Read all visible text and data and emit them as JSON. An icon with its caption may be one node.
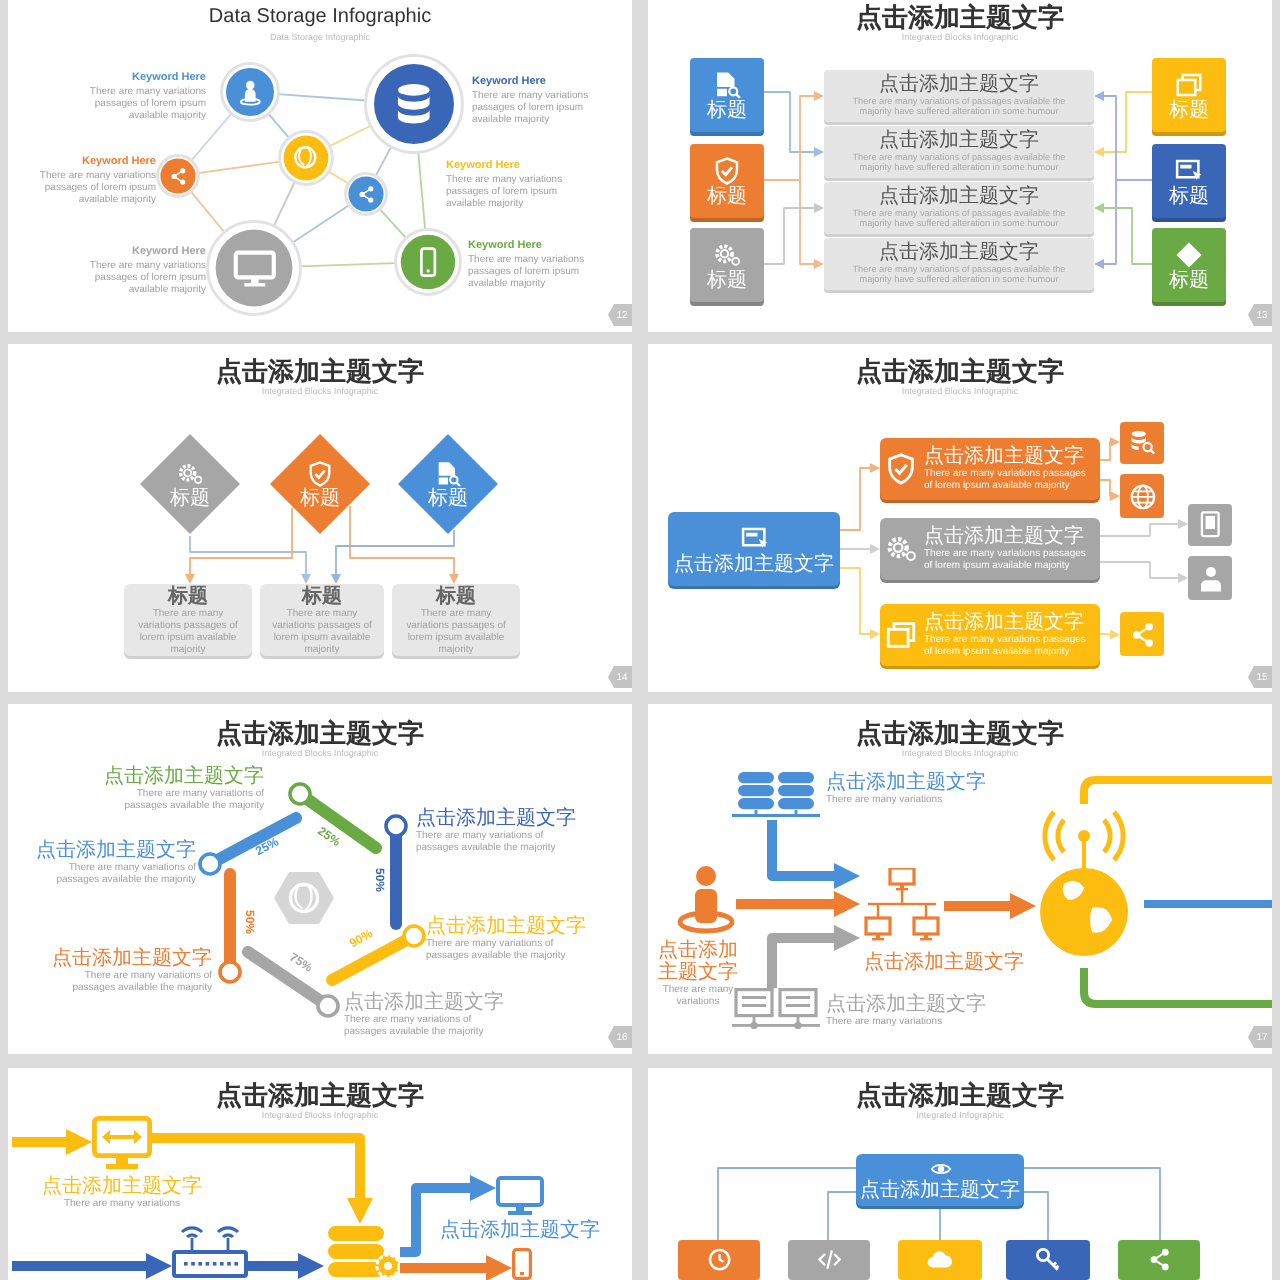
{
  "diagram": {
    "nodes": [
      {
        "text": [
          "Data Storage Infographic",
          "Data Storage Infographic"
        ]
      },
      {
        "text": [],
        "shape": "circle",
        "in": 0,
        "beside": [
          "Keyword Here",
          "There are many variations passages of lorem ipsum available majority"
        ]
      },
      {
        "text": [],
        "shape": "circle",
        "in": 0,
        "beside": [
          "Keyword Here",
          "There are many variations passages of lorem ipsum available majority"
        ]
      },
      {
        "text": [],
        "shape": "circle",
        "in": 0,
        "beside": [
          "Keyword Here",
          "There are many variations passages of lorem ipsum available majority"
        ]
      },
      {
        "text": [],
        "shape": "circle",
        "in": 0
      },
      {
        "text": [],
        "shape": "circle",
        "in": 0,
        "beside": [
          "Keyword Here",
          "There are many variations passages of lorem ipsum available majority"
        ]
      },
      {
        "text": [],
        "shape": "circle",
        "in": 0,
        "beside": [
          "Keyword Here",
          "There are many variations passages of lorem ipsum available majority"
        ]
      },
      {
        "text": [],
        "shape": "circle",
        "in": 0,
        "beside": [
          "Keyword Here",
          "There are many variations passages of lorem ipsum available majority"
        ]
      },
      {
        "text": [
          "12"
        ],
        "in": 0
      },
      {
        "text": [
          "点击添加主题文字",
          "Integrated Blocks Infographic"
        ]
      },
      {
        "text": [
          "标题"
        ],
        "in": 9
      },
      {
        "text": [
          "标题"
        ],
        "in": 9
      },
      {
        "text": [
          "标题"
        ],
        "in": 9
      },
      {
        "text": [
          "点击添加主题文字",
          "There are many variations of passages available the majority have suffered alteration in some humour"
        ],
        "in": 9
      },
      {
        "text": [
          "点击添加主题文字",
          "There are many variations of passages available the majority have suffered alteration in some humour"
        ],
        "in": 9
      },
      {
        "text": [
          "点击添加主题文字",
          "There are many variations of passages available the majority have suffered alteration in some humour"
        ],
        "in": 9
      },
      {
        "text": [
          "点击添加主题文字",
          "There are many variations of passages available the majority have suffered alteration in some humour"
        ],
        "in": 9
      },
      {
        "text": [
          "标题"
        ],
        "in": 9
      },
      {
        "text": [
          "标题"
        ],
        "in": 9
      },
      {
        "text": [
          "标题"
        ],
        "in": 9
      },
      {
        "text": [
          "13"
        ],
        "in": 9
      },
      {
        "text": [
          "点击添加主题文字",
          "Integrated Blocks Infographic"
        ]
      },
      {
        "text": [
          "标题"
        ],
        "in": 21
      },
      {
        "text": [
          "标题"
        ],
        "in": 21
      },
      {
        "text": [
          "标题"
        ],
        "in": 21
      },
      {
        "text": [
          "标题",
          "There are many variations passages of lorem ipsum available majority"
        ],
        "in": 21
      },
      {
        "text": [
          "标题",
          "There are many variations passages of lorem ipsum available majority"
        ],
        "in": 21
      },
      {
        "text": [
          "标题",
          "There are many variations passages of lorem ipsum available majority"
        ],
        "in": 21
      },
      {
        "text": [
          "14"
        ],
        "in": 21
      },
      {
        "text": [
          "点击添加主题文字",
          "Integrated Blocks Infographic"
        ]
      },
      {
        "text": [
          "点击添加主题文字"
        ],
        "in": 29
      },
      {
        "text": [
          "点击添加主题文字",
          "There are many variations passages of lorem ipsum available majority"
        ],
        "in": 29
      },
      {
        "text": [
          "点击添加主题文字",
          "There are many variations passages of lorem ipsum available majority"
        ],
        "in": 29
      },
      {
        "text": [
          "点击添加主题文字",
          "There are many variations passages of lorem ipsum available majority"
        ],
        "in": 29
      },
      {
        "text": [],
        "shape": "box",
        "in": 29
      },
      {
        "text": [],
        "shape": "box",
        "in": 29
      },
      {
        "text": [],
        "shape": "box",
        "in": 29
      },
      {
        "text": [],
        "shape": "box",
        "in": 29
      },
      {
        "text": [],
        "shape": "box",
        "in": 29
      },
      {
        "text": [
          "15"
        ],
        "in": 29
      },
      {
        "text": [
          "点击添加主题文字",
          "Integrated Blocks Infographic"
        ]
      },
      {
        "text": [
          "16"
        ],
        "in": 40
      },
      {
        "text": [
          "点击添加主题文字",
          "Integrated Blocks Infographic"
        ]
      },
      {
        "text": [],
        "shape": "database",
        "in": 42,
        "beside": [
          "点击添加主题文字",
          "There are many variations"
        ]
      },
      {
        "text": [],
        "shape": "person",
        "in": 42,
        "beside": [
          "点击添加主题文字",
          "There are many variations"
        ]
      },
      {
        "text": [],
        "shape": "network",
        "in": 42,
        "beside": [
          "点击添加主题文字"
        ]
      },
      {
        "text": [],
        "shape": "server",
        "in": 42,
        "beside": [
          "点击添加主题文字",
          "There are many variations"
        ]
      },
      {
        "text": [],
        "shape": "globe",
        "in": 42
      },
      {
        "text": [
          "17"
        ],
        "in": 42
      },
      {
        "text": [
          "点击添加主题文字",
          "Integrated Blocks Infographic"
        ]
      },
      {
        "text": [],
        "shape": "monitor",
        "in": 49,
        "beside": [
          "点击添加主题文字",
          "There are many variations"
        ]
      },
      {
        "text": [],
        "shape": "router",
        "in": 49
      },
      {
        "text": [],
        "shape": "database",
        "in": 49
      },
      {
        "text": [],
        "shape": "monitor",
        "in": 49,
        "beside": [
          "点击添加主题文字"
        ]
      },
      {
        "text": [],
        "shape": "phone",
        "in": 49
      },
      {
        "text": [
          "点击添加主题文字",
          "Integrated Infographic"
        ]
      },
      {
        "text": [
          "点击添加主题文字"
        ],
        "in": 55
      },
      {
        "text": [],
        "shape": "box",
        "in": 55
      },
      {
        "text": [],
        "shape": "box",
        "in": 55
      },
      {
        "text": [],
        "shape": "box",
        "in": 55
      },
      {
        "text": [],
        "shape": "box",
        "in": 55
      },
      {
        "text": [],
        "shape": "box",
        "in": 55
      }
    ],
    "edges": [
      {
        "from": 1,
        "to": 2,
        "arrow": "none",
        "color": "#a9c4e4"
      },
      {
        "from": 1,
        "to": 3,
        "arrow": "none",
        "color": "#c9d7e8"
      },
      {
        "from": 1,
        "to": 4,
        "arrow": "none",
        "color": "#a9c4e4"
      },
      {
        "from": 3,
        "to": 4,
        "arrow": "none",
        "color": "#f2c49a"
      },
      {
        "from": 3,
        "to": 6,
        "arrow": "none",
        "color": "#f2c49a"
      },
      {
        "from": 4,
        "to": 2,
        "arrow": "none",
        "color": "#f7d98a"
      },
      {
        "from": 4,
        "to": 6,
        "arrow": "none",
        "color": "#c8c8c8"
      },
      {
        "from": 4,
        "to": 5,
        "arrow": "none",
        "color": "#f7d98a"
      },
      {
        "from": 2,
        "to": 5,
        "arrow": "none",
        "color": "#a9c4e4"
      },
      {
        "from": 2,
        "to": 7,
        "arrow": "none",
        "color": "#b5d4a0"
      },
      {
        "from": 5,
        "to": 6,
        "arrow": "none",
        "color": "#a9c4e4"
      },
      {
        "from": 5,
        "to": 7,
        "arrow": "none",
        "color": "#b5d4a0"
      },
      {
        "from": 6,
        "to": 7,
        "arrow": "none",
        "color": "#c9d2a0"
      },
      {
        "from": 10,
        "to": 14,
        "arrow": "to",
        "color": "#9dbde3"
      },
      {
        "from": 11,
        "to": 13,
        "arrow": "to",
        "color": "#f4b98a"
      },
      {
        "from": 11,
        "to": 16,
        "arrow": "to",
        "color": "#f4b98a"
      },
      {
        "from": 12,
        "to": 15,
        "arrow": "to",
        "color": "#c8c8c8"
      },
      {
        "from": 17,
        "to": 14,
        "arrow": "to",
        "color": "#f8d56e"
      },
      {
        "from": 18,
        "to": 13,
        "arrow": "to",
        "color": "#9db1dc"
      },
      {
        "from": 18,
        "to": 16,
        "arrow": "to",
        "color": "#9db1dc"
      },
      {
        "from": 19,
        "to": 15,
        "arrow": "to",
        "color": "#a9d08e"
      },
      {
        "from": 22,
        "to": 26,
        "arrow": "to",
        "color": "#a9c0de"
      },
      {
        "from": 23,
        "to": 25,
        "arrow": "to",
        "color": "#f0b27e"
      },
      {
        "from": 23,
        "to": 27,
        "arrow": "to",
        "color": "#f0b27e"
      },
      {
        "from": 24,
        "to": 26,
        "arrow": "to",
        "color": "#9ab5d8"
      },
      {
        "from": 30,
        "to": 31,
        "arrow": "to",
        "color": "#f2b27f"
      },
      {
        "from": 30,
        "to": 32,
        "arrow": "to",
        "color": "#cfcfcf"
      },
      {
        "from": 30,
        "to": 33,
        "arrow": "to",
        "color": "#f8d56e"
      },
      {
        "from": 31,
        "to": 34,
        "arrow": "to",
        "color": "#f2b27f"
      },
      {
        "from": 31,
        "to": 35,
        "arrow": "to",
        "color": "#f2b27f"
      },
      {
        "from": 32,
        "to": 36,
        "arrow": "to",
        "color": "#cfcfcf"
      },
      {
        "from": 32,
        "to": 37,
        "arrow": "to",
        "color": "#cfcfcf"
      },
      {
        "from": 33,
        "to": 38,
        "arrow": "to",
        "color": "#f8d56e"
      },
      {
        "from": 43,
        "to": 45,
        "arrow": "to",
        "style": "thick",
        "color": "#4a90d9"
      },
      {
        "from": 44,
        "to": 45,
        "arrow": "to",
        "style": "thick",
        "color": "#ed7d31"
      },
      {
        "from": 46,
        "to": 45,
        "arrow": "to",
        "style": "thick",
        "color": "#a6a6a6"
      },
      {
        "from": 45,
        "to": 47,
        "arrow": "to",
        "style": "thick",
        "color": "#ed7d31"
      },
      {
        "from": null,
        "to": 50,
        "arrow": "to",
        "style": "thick",
        "color": "#fdbd10"
      },
      {
        "from": 50,
        "to": 52,
        "arrow": "to",
        "style": "thick",
        "color": "#fdbd10"
      },
      {
        "from": null,
        "to": 51,
        "arrow": "to",
        "style": "thick",
        "color": "#3a66b8"
      },
      {
        "from": 51,
        "to": 52,
        "arrow": "to",
        "style": "thick",
        "color": "#3a66b8"
      },
      {
        "from": 52,
        "to": 53,
        "arrow": "to",
        "style": "thick",
        "color": "#4a90d9"
      },
      {
        "from": 52,
        "to": 54,
        "arrow": "to",
        "style": "thick",
        "color": "#ed7d31"
      },
      {
        "from": 56,
        "to": 57,
        "arrow": "none",
        "color": "#8fb0d6"
      },
      {
        "from": 56,
        "to": 58,
        "arrow": "none",
        "color": "#8fb0d6"
      },
      {
        "from": 56,
        "to": 59,
        "arrow": "none",
        "color": "#8fb0d6"
      },
      {
        "from": 56,
        "to": 60,
        "arrow": "none",
        "color": "#8fb0d6"
      },
      {
        "from": 56,
        "to": 61,
        "arrow": "none",
        "color": "#8fb0d6"
      }
    ],
    "labels": [
      "点击添加主题文字",
      "There are many variations of passages available the majority",
      "点击添加主题文字",
      "There are many variations of passages available the majority",
      "点击添加主题文字",
      "There are many variations of passages available the majority",
      "点击添加主题文字",
      "There are many variations of passages available the majority",
      "点击添加主题文字",
      "There are many variations of passages available the majority",
      "点击添加主题文字",
      "There are many variations of passages available the majority",
      "25%",
      "25%",
      "50%",
      "50%",
      "90%",
      "75%"
    ]
  }
}
